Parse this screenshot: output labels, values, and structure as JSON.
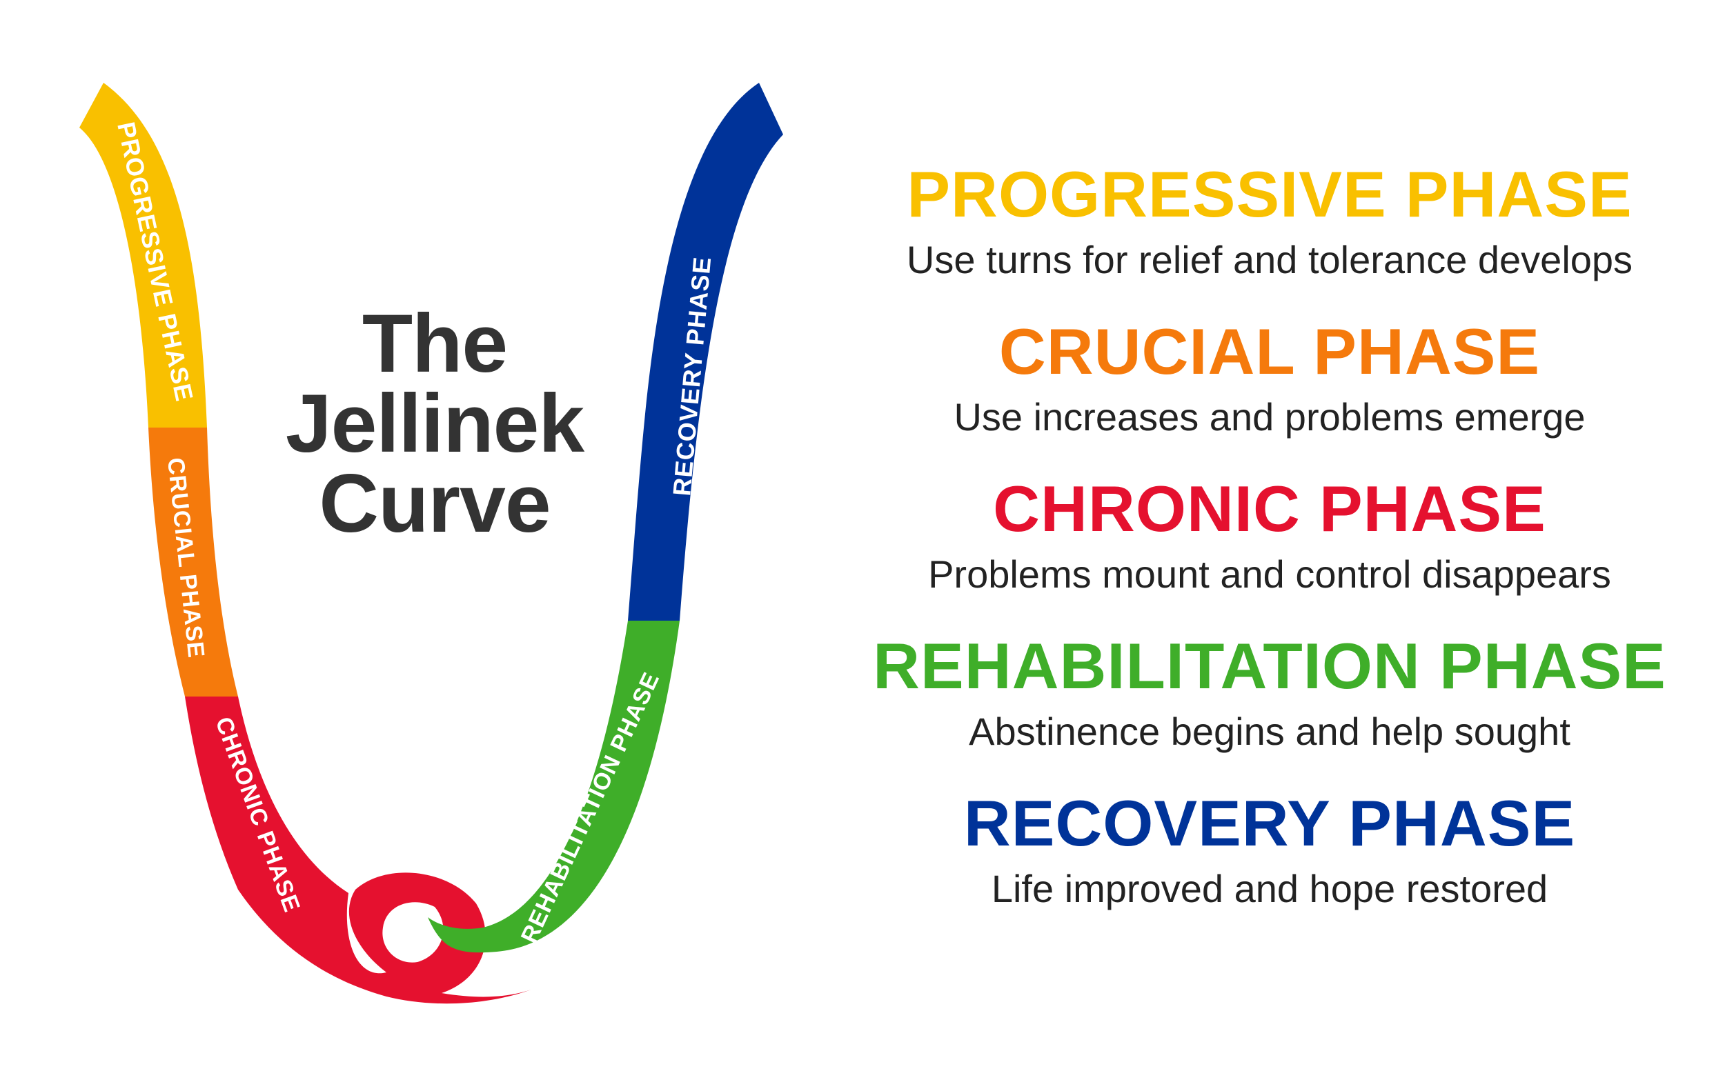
{
  "title": {
    "line1": "The",
    "line2": "Jellinek",
    "line3": "Curve"
  },
  "curve_labels": {
    "progressive": "PROGRESSIVE PHASE",
    "crucial": "CRUCIAL PHASE",
    "chronic": "CHRONIC PHASE",
    "rehabilitation": "REHABILITATION PHASE",
    "recovery": "RECOVERY PHASE"
  },
  "phases": [
    {
      "name": "PROGRESSIVE PHASE",
      "description": "Use turns for relief and tolerance develops",
      "color": "#F9C000"
    },
    {
      "name": "CRUCIAL PHASE",
      "description": "Use increases and problems emerge",
      "color": "#F57A0C"
    },
    {
      "name": "CHRONIC PHASE",
      "description": "Problems mount and control disappears",
      "color": "#E5112F"
    },
    {
      "name": "REHABILITATION PHASE",
      "description": "Abstinence begins and help sought",
      "color": "#3FAE29"
    },
    {
      "name": "RECOVERY PHASE",
      "description": "Life improved and hope restored",
      "color": "#003399"
    }
  ]
}
